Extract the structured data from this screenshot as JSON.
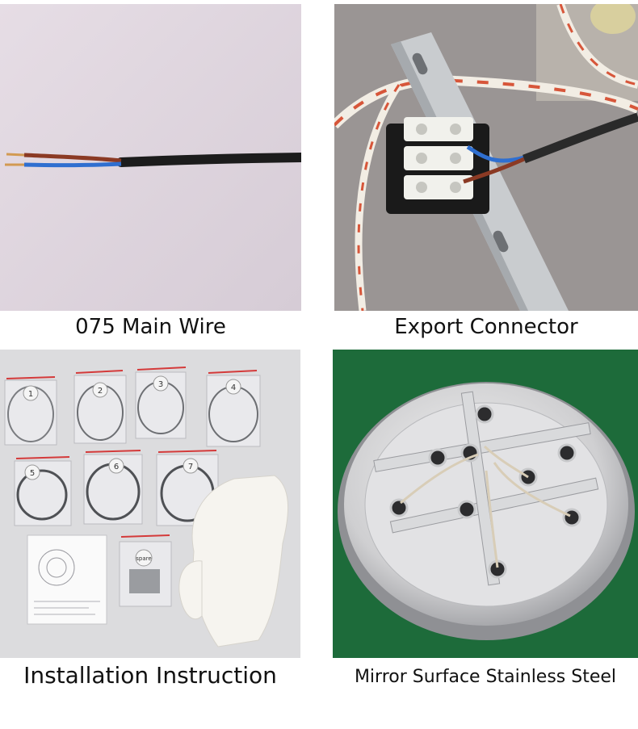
{
  "panels": [
    {
      "caption": "075 Main Wire"
    },
    {
      "caption": "Export Connector"
    },
    {
      "caption": "Installation Instruction"
    },
    {
      "caption": "Mirror Surface Stainless Steel"
    }
  ],
  "bags": {
    "numbers": [
      "1",
      "2",
      "3",
      "4",
      "5",
      "6",
      "7"
    ],
    "spare_label": "spare"
  },
  "colors": {
    "wire_blue": "#2f6fd0",
    "wire_brown": "#8b3a24",
    "cable_black": "#1c1c1c",
    "felt_green": "#1d6b3a"
  }
}
